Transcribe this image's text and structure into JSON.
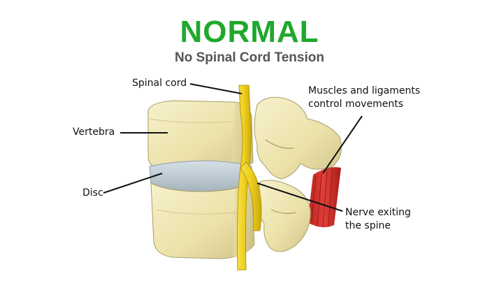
{
  "header": {
    "title": "NORMAL",
    "subtitle": "No Spinal Cord Tension"
  },
  "labels": {
    "spinal_cord": "Spinal cord",
    "vertebra": "Vertebra",
    "disc": "Disc",
    "muscles_line1": "Muscles and ligaments",
    "muscles_line2": "control movements",
    "nerve_line1": "Nerve exiting",
    "nerve_line2": "the spine"
  },
  "colors": {
    "title": "#1fa82d",
    "subtitle": "#555555",
    "bone": "#efe7b6",
    "bone_shadow": "#c9bf86",
    "disc": "#bfcbd4",
    "spinal_cord": "#f0d224",
    "muscle": "#d8312b"
  }
}
